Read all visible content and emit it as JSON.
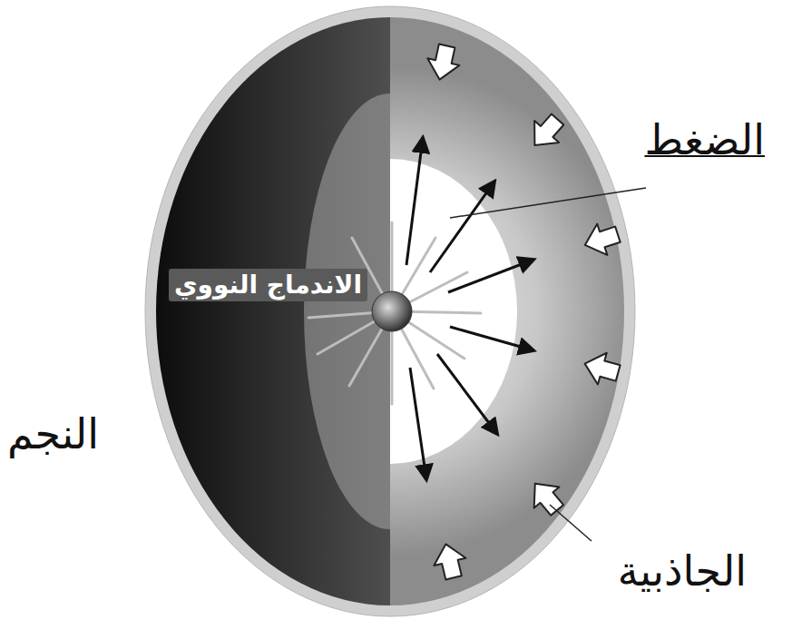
{
  "diagram": {
    "labels": [
      "الضغط",
      "الاندماج النووي",
      "النجم",
      "الجاذبية"
    ]
  }
}
